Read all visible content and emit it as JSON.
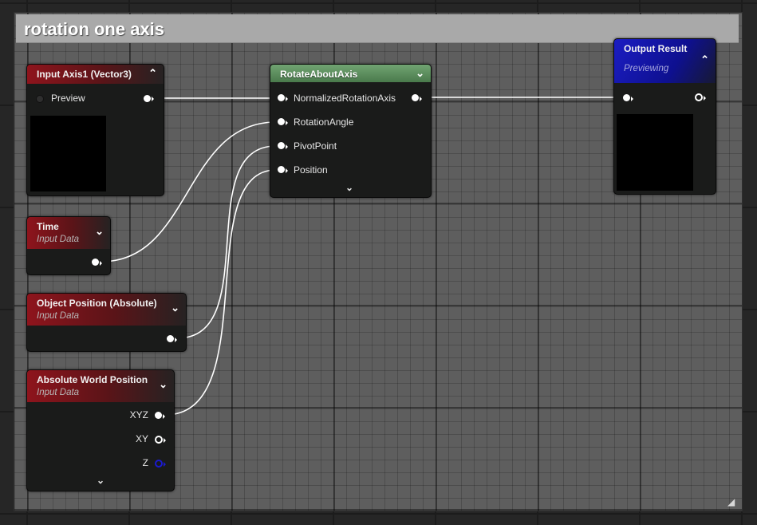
{
  "comment": {
    "title": "rotation one axis"
  },
  "nodes": {
    "input_axis": {
      "title": "Input Axis1 (Vector3)",
      "preview_label": "Preview"
    },
    "rotate": {
      "title": "RotateAboutAxis",
      "inputs": [
        "NormalizedRotationAxis",
        "RotationAngle",
        "PivotPoint",
        "Position"
      ]
    },
    "output": {
      "title": "Output Result",
      "subtitle": "Previewing"
    },
    "time": {
      "title": "Time",
      "subtitle": "Input Data"
    },
    "object_position": {
      "title": "Object Position (Absolute)",
      "subtitle": "Input Data"
    },
    "world_position": {
      "title": "Absolute World Position",
      "subtitle": "Input Data",
      "outputs": [
        "XYZ",
        "XY",
        "Z"
      ]
    }
  },
  "colors": {
    "input_header": "#8e141c",
    "function_header": "#71a472",
    "output_header": "#1b1dc2",
    "wire": "#ffffff",
    "z_pin": "#1a1ad0"
  },
  "icons": {
    "collapse": "chevron-up-icon",
    "expand": "chevron-down-icon",
    "resize": "resize-grip-icon"
  }
}
